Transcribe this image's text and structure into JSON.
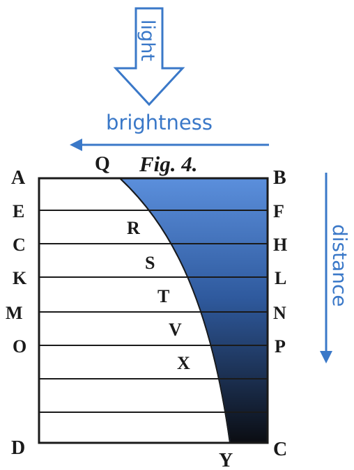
{
  "figure": {
    "title": "Fig. 4.",
    "top_left_labels": [
      "A",
      "Q"
    ],
    "top_right_label": "B",
    "left_labels": [
      "E",
      "C",
      "K",
      "M",
      "O"
    ],
    "right_labels": [
      "F",
      "H",
      "L",
      "N",
      "P"
    ],
    "curve_labels": [
      "R",
      "S",
      "T",
      "V",
      "X"
    ],
    "bottom_left_label": "D",
    "bottom_curve_label": "Y",
    "bottom_right_label": "C"
  },
  "annotations": {
    "light": "light",
    "brightness": "brightness",
    "distance": "distance"
  },
  "colors": {
    "accent": "#3a78c8",
    "shade_top": "#5b8fdc",
    "shade_bottom": "#0b0d12",
    "ink": "#1a1a1a"
  }
}
